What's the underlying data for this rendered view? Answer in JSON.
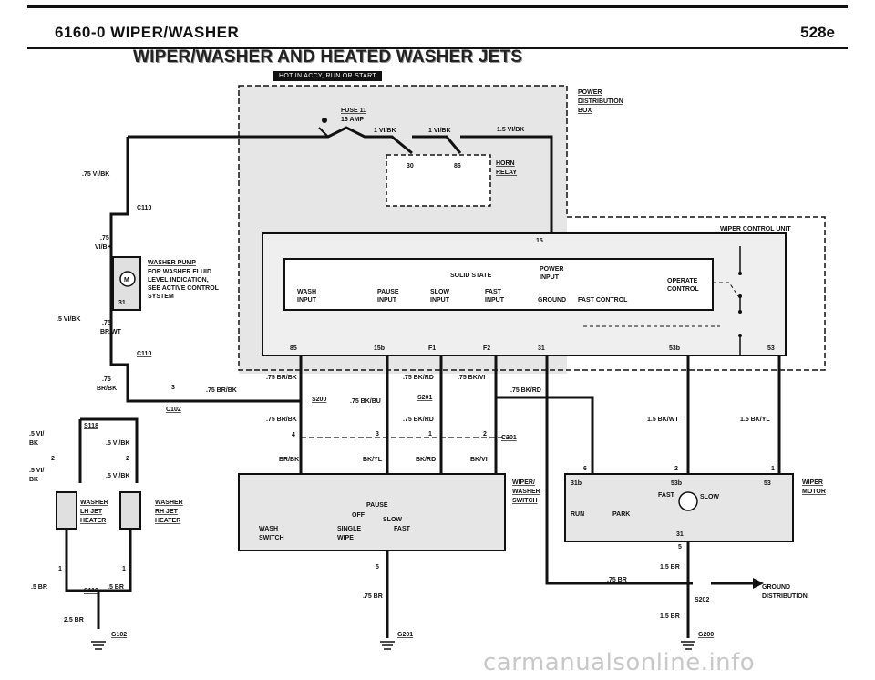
{
  "header": {
    "section": "6160-0   WIPER/WASHER",
    "model": "528e"
  },
  "title": "WIPER/WASHER AND HEATED WASHER JETS",
  "hot_badge": "HOT IN ACCY, RUN OR START",
  "watermark": "carmanualsonline.info",
  "labels": {
    "fuse": "FUSE 11",
    "fuse_amp": "16 AMP",
    "power_dist_1": "POWER",
    "power_dist_2": "DISTRIBUTION",
    "power_dist_3": "BOX",
    "w_1vibk_a": "1 VI/BK",
    "w_1vibk_b": "1 VI/BK",
    "w_15vibk": "1.5 VI/BK",
    "relay_30": "30",
    "relay_86": "86",
    "horn": "HORN",
    "relay": "RELAY",
    "w_75vibk": ".75 VI/BK",
    "c110a": "C110",
    "w_75_1": ".75",
    "w_vibk": "VI/BK",
    "pump_title": "WASHER PUMP",
    "pump_l1": "FOR WASHER FLUID",
    "pump_l2": "LEVEL INDICATION,",
    "pump_l3": "SEE ACTIVE CONTROL",
    "pump_l4": "SYSTEM",
    "pin31": "31",
    "w_5vibk": ".5 VI/BK",
    "w_75_2": ".75",
    "w_brwt": "BR/WT",
    "c110b": "C110",
    "wiper_ctrl": "WIPER CONTROL UNIT",
    "pin15": "15",
    "solid_state": "SOLID STATE",
    "power_input_1": "POWER",
    "power_input_2": "INPUT",
    "operate_1": "OPERATE",
    "operate_2": "CONTROL",
    "wash_1": "WASH",
    "wash_2": "INPUT",
    "pause_1": "PAUSE",
    "pause_2": "INPUT",
    "slow_1": "SLOW",
    "slow_2": "INPUT",
    "fast_1": "FAST",
    "fast_2": "INPUT",
    "ground": "GROUND",
    "fast_control": "FAST CONTROL",
    "p85": "85",
    "p15b": "15b",
    "pF1": "F1",
    "pF2": "F2",
    "p31": "31",
    "p53b": "53b",
    "p53": "53",
    "w_75_3": ".75",
    "w_brbk": "BR/BK",
    "c102_3": "3",
    "w_75brbk_1": ".75 BR/BK",
    "c102": "C102",
    "w_75brbk_2": ".75 BR/BK",
    "w_75bkrd_1": ".75 BK/RD",
    "w_75bkvi": ".75 BK/VI",
    "w_75bkrd_2": ".75 BK/RD",
    "s200": "S200",
    "w_75bkbu": ".75 BK/BU",
    "s201": "S201",
    "w_15bkwt": "1.5 BK/WT",
    "w_15bkyl": "1.5 BK/YL",
    "w_75brbk_3": ".75 BR/BK",
    "w_75bkrd_3": ".75 BK/RD",
    "c201_4": "4",
    "c201_3": "3",
    "c201_1": "1",
    "c201_2": "2",
    "c201": "C201",
    "s118": "S118",
    "w_5vi_a": ".5 VI/",
    "w_bk_a": "BK",
    "w_5vibk_2": ".5 VI/BK",
    "n2a": "2",
    "n2b": "2",
    "w_5vi_b": ".5 VI/",
    "w_bk_b": "BK",
    "w_5vibk_3": ".5 VI/BK",
    "brbk": "BR/BK",
    "bkyl": "BK/YL",
    "bkrd": "BK/RD",
    "bkvi": "BK/VI",
    "ww_1": "WIPER/",
    "ww_2": "WASHER",
    "ww_3": "SWITCH",
    "n6": "6",
    "n2c": "2",
    "n1c": "1",
    "p31b": "31b",
    "p53b_2": "53b",
    "p53a": "53",
    "fast": "FAST",
    "slow": "SLOW",
    "wiper_motor_1": "WIPER",
    "wiper_motor_2": "MOTOR",
    "lh_1": "WASHER",
    "lh_2": "LH JET",
    "lh_3": "HEATER",
    "rh_1": "WASHER",
    "rh_2": "RH JET",
    "rh_3": "HEATER",
    "pause_sw": "PAUSE",
    "off_sw": "OFF",
    "slow_sw": "SLOW",
    "fast_sw": "FAST",
    "wash_sw_1": "WASH",
    "wash_sw_2": "SWITCH",
    "single_1": "SINGLE",
    "single_2": "WIPE",
    "run": "RUN",
    "park": "PARK",
    "p31_m": "31",
    "p5_m": "5",
    "n1a": "1",
    "n1b": "1",
    "w_5br_a": ".5 BR",
    "s119": "S119",
    "w_5br_b": ".5 BR",
    "w_25br": "2.5 BR",
    "g102": "G102",
    "n5": "5",
    "w_75br_a": ".75 BR",
    "g201": "G201",
    "w_15br_a": "1.5 BR",
    "w_75br_b": ".75 BR",
    "s202": "S202",
    "gnd_dist_1": "GROUND",
    "gnd_dist_2": "DISTRIBUTION",
    "w_15br_b": "1.5 BR",
    "g200": "G200",
    "m_label": "M"
  }
}
